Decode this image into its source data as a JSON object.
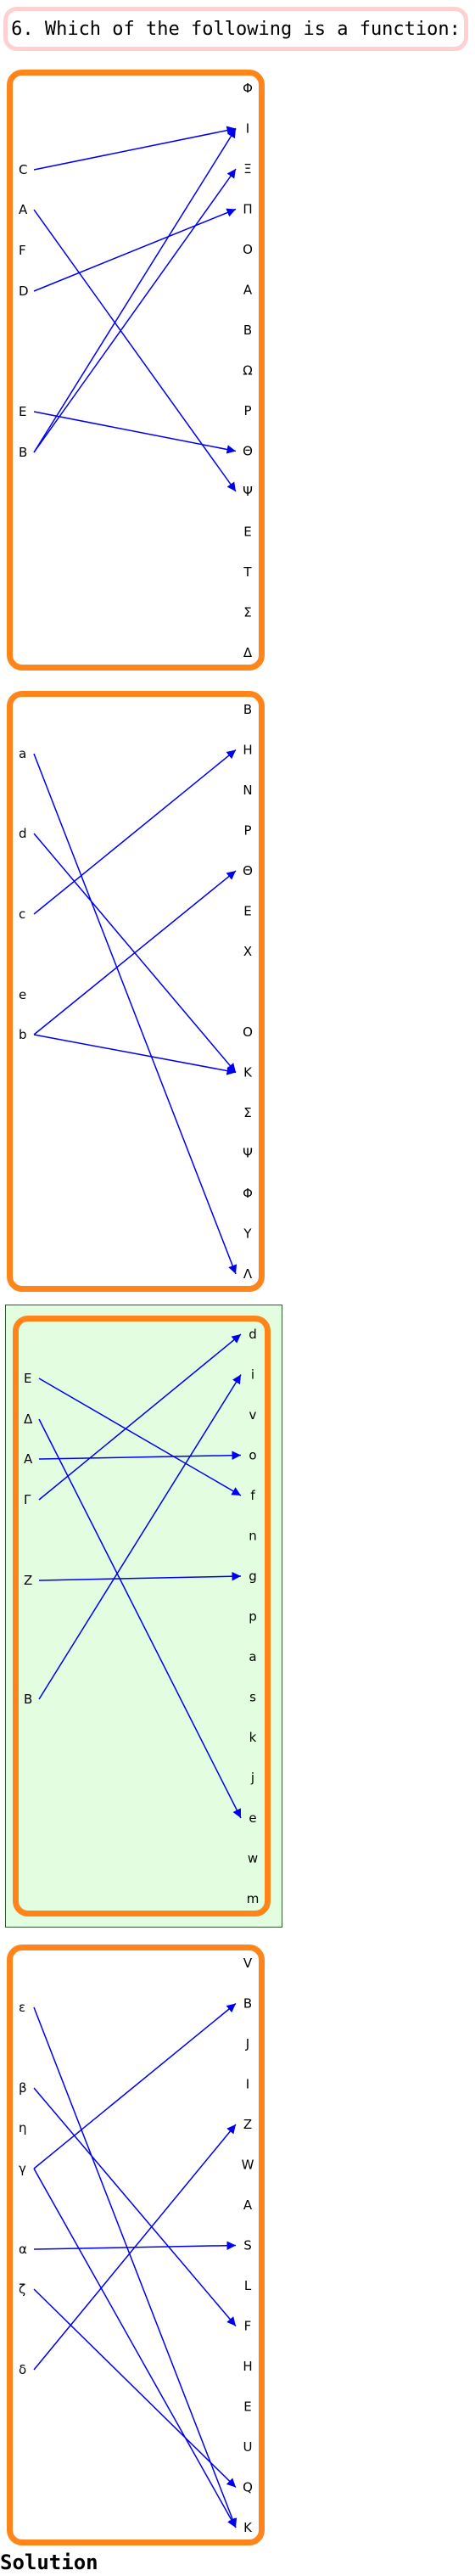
{
  "question": {
    "text": "6. Which of the following is a function:"
  },
  "solution_label": "Solution",
  "colors": {
    "panel_border": "#ff851b",
    "arrow": "#0000ee",
    "highlight_bg": "#e2fde0",
    "question_border": "#ffd0d3"
  },
  "options": [
    {
      "highlighted": false,
      "left": [
        "C",
        "A",
        "F",
        "D",
        "E",
        "B"
      ],
      "right": [
        "Φ",
        "Ι",
        "Ξ",
        "Π",
        "Ο",
        "Α",
        "Β",
        "Ω",
        "Ρ",
        "Θ",
        "Ψ",
        "Ε",
        "Τ",
        "Σ",
        "Δ"
      ],
      "arrows": [
        [
          "C",
          "Ι"
        ],
        [
          "A",
          "Ψ"
        ],
        [
          "D",
          "Π"
        ],
        [
          "E",
          "Θ"
        ],
        [
          "B",
          "Ι"
        ],
        [
          "B",
          "Ξ"
        ]
      ]
    },
    {
      "highlighted": false,
      "left": [
        "a",
        "d",
        "c",
        "e",
        "b"
      ],
      "right": [
        "Β",
        "Η",
        "Ν",
        "Ρ",
        "Θ",
        "Ε",
        "Χ",
        "",
        "Ο",
        "Κ",
        "Σ",
        "Ψ",
        "Φ",
        "Υ",
        "Λ"
      ],
      "arrows": [
        [
          "a",
          "Λ"
        ],
        [
          "d",
          "Κ"
        ],
        [
          "c",
          "Η"
        ],
        [
          "b",
          "Θ"
        ],
        [
          "b",
          "Κ"
        ]
      ]
    },
    {
      "highlighted": true,
      "left": [
        "E",
        "Δ",
        "A",
        "Γ",
        "Z",
        "B"
      ],
      "right": [
        "d",
        "i",
        "v",
        "o",
        "f",
        "n",
        "g",
        "p",
        "a",
        "s",
        "k",
        "j",
        "e",
        "w",
        "m"
      ],
      "arrows": [
        [
          "E",
          "f"
        ],
        [
          "Δ",
          "e"
        ],
        [
          "A",
          "o"
        ],
        [
          "Γ",
          "d"
        ],
        [
          "Z",
          "g"
        ],
        [
          "B",
          "i"
        ]
      ]
    },
    {
      "highlighted": false,
      "left": [
        "ε",
        "β",
        "η",
        "γ",
        "α",
        "ζ",
        "δ"
      ],
      "right": [
        "V",
        "B",
        "J",
        "I",
        "Z",
        "W",
        "A",
        "S",
        "L",
        "F",
        "H",
        "E",
        "U",
        "Q",
        "K"
      ],
      "arrows": [
        [
          "ε",
          "K"
        ],
        [
          "β",
          "F"
        ],
        [
          "γ",
          "B"
        ],
        [
          "γ",
          "K"
        ],
        [
          "α",
          "S"
        ],
        [
          "ζ",
          "Q"
        ],
        [
          "δ",
          "Z"
        ]
      ]
    }
  ]
}
